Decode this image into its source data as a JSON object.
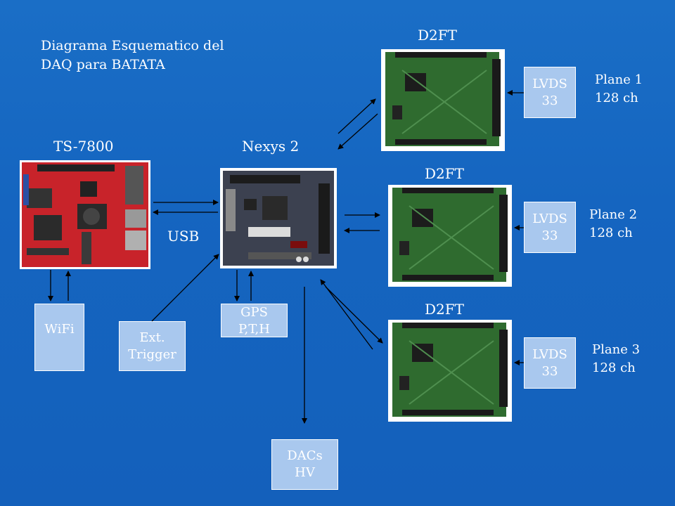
{
  "title": {
    "line1": "Diagrama Esquematico del",
    "line2": "DAQ para BATATA"
  },
  "boards": {
    "ts7800": {
      "label": "TS-7800"
    },
    "nexys2": {
      "label": "Nexys 2"
    },
    "d2ft_1": {
      "label": "D2FT"
    },
    "d2ft_2": {
      "label": "D2FT"
    },
    "d2ft_3": {
      "label": "D2FT"
    }
  },
  "connection_labels": {
    "usb": "USB"
  },
  "boxes": {
    "wifi": {
      "line1": "WiFi"
    },
    "ext_trigger": {
      "line1": "Ext.",
      "line2": "Trigger"
    },
    "gps": {
      "line1": "GPS",
      "line2": "P,T,H"
    },
    "dacs": {
      "line1": "DACs",
      "line2": "HV"
    },
    "lvds_1": {
      "line1": "LVDS",
      "line2": "33"
    },
    "lvds_2": {
      "line1": "LVDS",
      "line2": "33"
    },
    "lvds_3": {
      "line1": "LVDS",
      "line2": "33"
    }
  },
  "planes": [
    {
      "line1": "Plane 1",
      "line2": "128 ch"
    },
    {
      "line1": "Plane 2",
      "line2": "128 ch"
    },
    {
      "line1": "Plane 3",
      "line2": "128 ch"
    }
  ],
  "colors": {
    "background": "#1565c0",
    "box_fill": "#a9c8ee",
    "ts_board": "#c8232a",
    "pcb_green": "#2f6b2f",
    "nexys_board": "#3c4150"
  }
}
